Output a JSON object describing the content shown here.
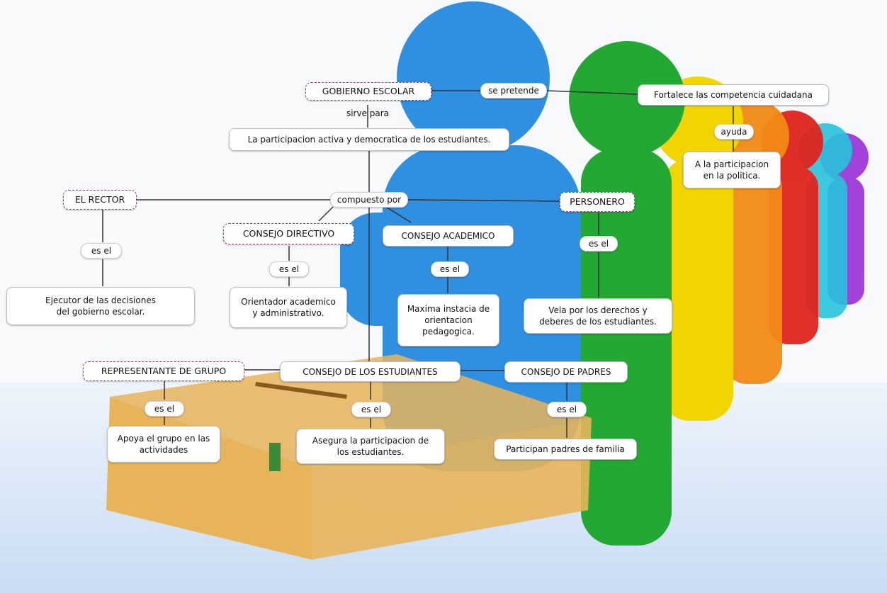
{
  "colors": {
    "concept_border": "#8a4a6e",
    "line": "#333333",
    "figure_blue": "#2f8fe0",
    "figure_green": "#22a833",
    "figure_yellow": "#f2d400",
    "figure_orange": "#f28a16",
    "figure_red": "#e0241e",
    "figure_cyan": "#27c3dc",
    "figure_purple": "#9a2fd8",
    "ballot_box": "#e8b45a"
  },
  "nodes": {
    "gobierno_escolar": "GOBIERNO ESCOLAR",
    "se_pretende": "se pretende",
    "fortalece": "Fortalece las competencia cuidadana",
    "sirve_para": "sirve para",
    "participacion_activa": "La participacion activa y democratica de los estudiantes.",
    "ayuda": "ayuda",
    "participacion_politica": "A la participacion\nen la politica.",
    "el_rector": "EL RECTOR",
    "compuesto_por": "compuesto por",
    "personero": "PERSONERO",
    "consejo_directivo": "CONSEJO DIRECTIVO",
    "consejo_academico": "CONSEJO ACADEMICO",
    "es_el_rector": "es el",
    "es_el_directivo": "es el",
    "es_el_academico": "es el",
    "es_el_personero": "es el",
    "ejecutor": "Ejecutor de las decisiones\ndel gobierno escolar.",
    "orientador": "Orientador academico\ny administrativo.",
    "maxima": "Maxima instacia de\norientacion\npedagogica.",
    "vela": "Vela por los derechos y\ndeberes de los estudiantes.",
    "representante": "REPRESENTANTE  DE GRUPO",
    "consejo_estudiantes": "CONSEJO DE LOS ESTUDIANTES",
    "consejo_padres": "CONSEJO DE PADRES",
    "es_el_representante": "es el",
    "es_el_estudiantes": "es el",
    "es_el_padres": "es el",
    "apoya": "Apoya el grupo en las\nactividades",
    "asegura": "Asegura la participacion de\nlos estudiantes.",
    "participan": "Participan padres de familia"
  }
}
